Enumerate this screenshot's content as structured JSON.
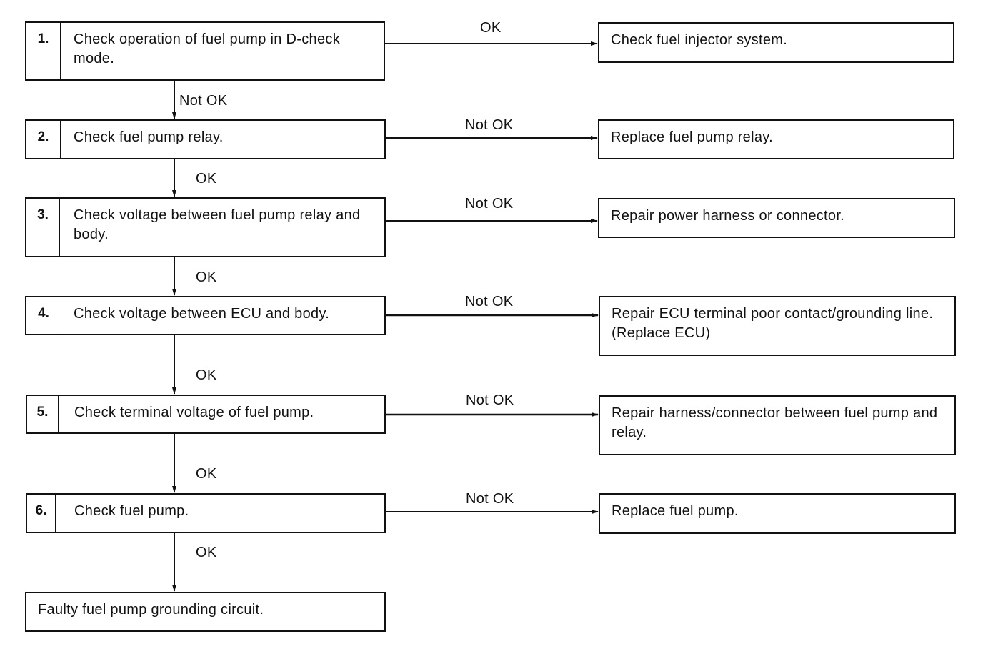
{
  "steps": [
    {
      "num": "1.",
      "text": "Check operation of fuel pump in D-check mode.",
      "result_label": "OK",
      "result": "Check fuel injector system."
    },
    {
      "num": "2.",
      "text": "Check fuel pump relay.",
      "result_label": "Not OK",
      "result": "Replace fuel pump relay."
    },
    {
      "num": "3.",
      "text": "Check voltage between fuel pump relay and body.",
      "result_label": "Not OK",
      "result": "Repair power harness or connector."
    },
    {
      "num": "4.",
      "text": "Check voltage between ECU and body.",
      "result_label": "Not OK",
      "result": "Repair ECU terminal poor contact/grounding line. (Replace ECU)"
    },
    {
      "num": "5.",
      "text": "Check terminal voltage of fuel pump.",
      "result_label": "Not OK",
      "result": "Repair harness/connector between fuel pump and relay."
    },
    {
      "num": "6.",
      "text": "Check fuel pump.",
      "result_label": "Not OK",
      "result": "Replace fuel pump."
    }
  ],
  "down_labels": [
    "Not OK",
    "OK",
    "OK",
    "OK",
    "OK",
    "OK"
  ],
  "final": "Faulty fuel pump grounding circuit."
}
